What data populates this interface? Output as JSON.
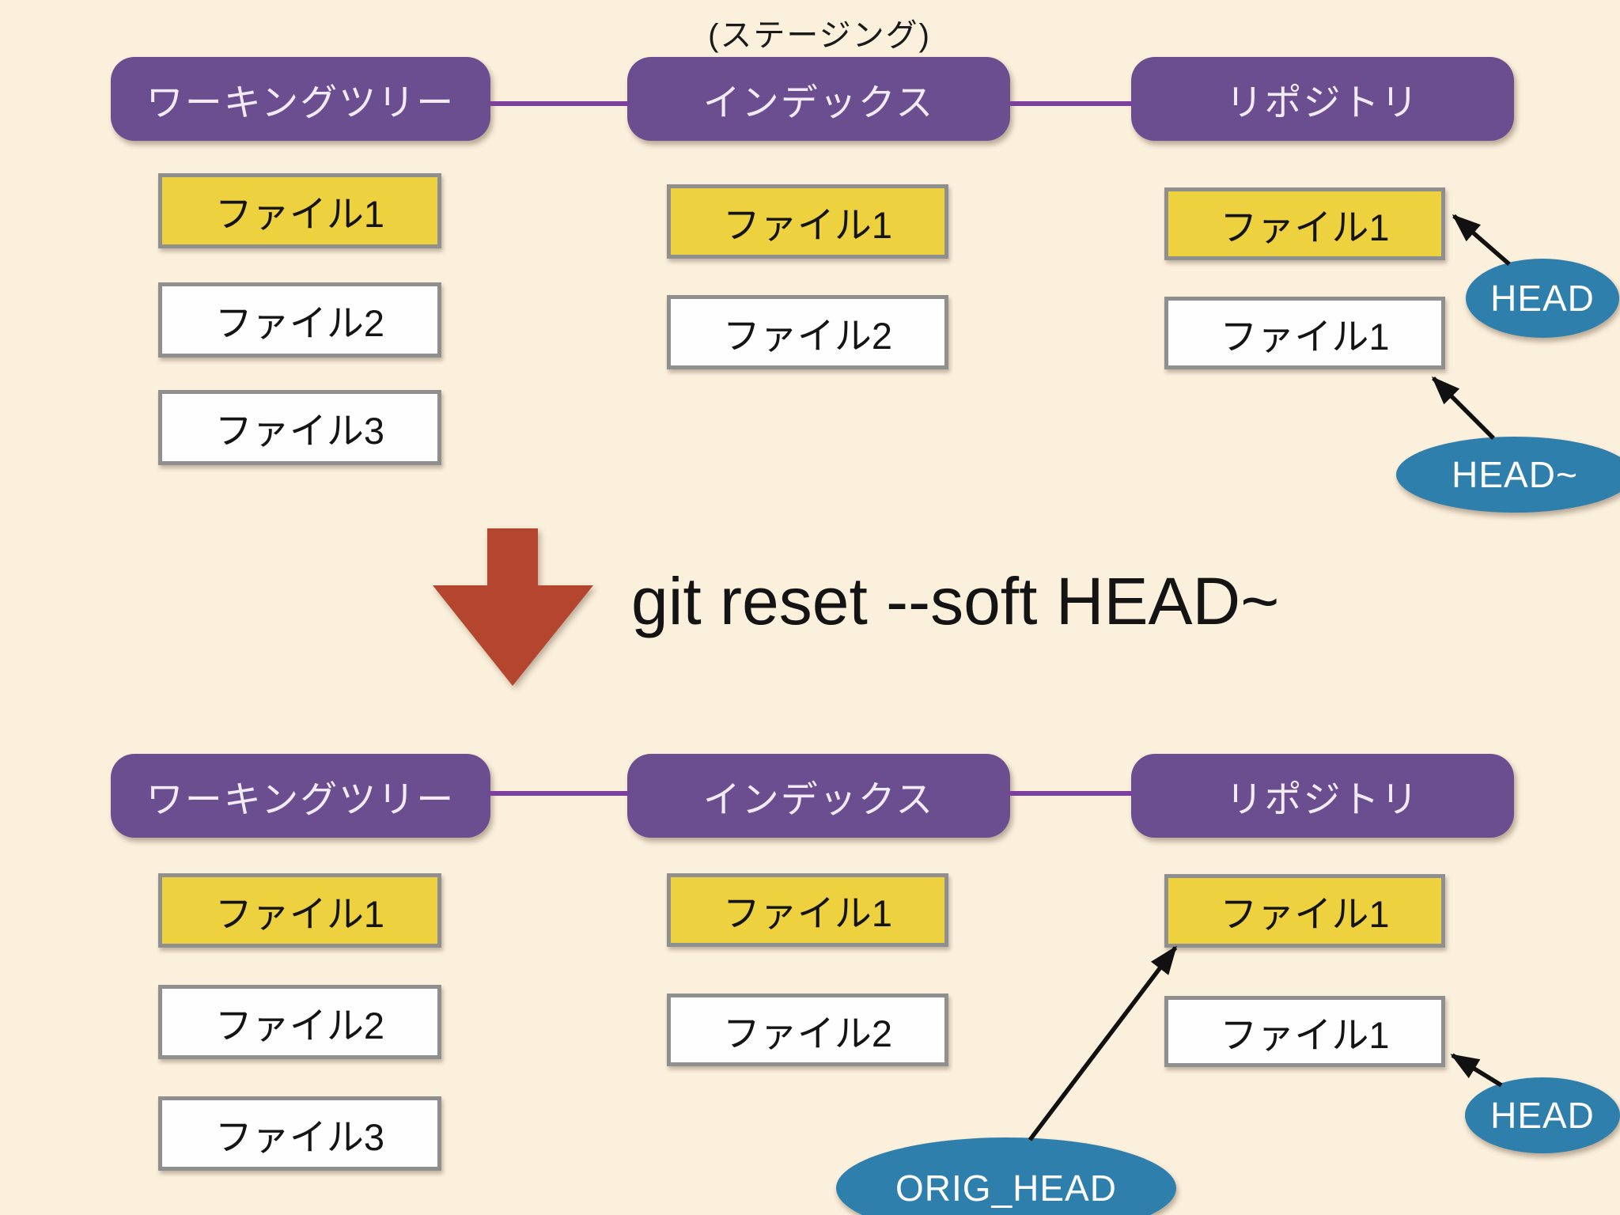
{
  "colors": {
    "background": "#FBF0DC",
    "header_purple": "#6A4E90",
    "connector_purple": "#7C3F9E",
    "file_yellow": "#EDD13E",
    "file_white": "#FEFEFE",
    "box_border_gray": "#8F8F8F",
    "ref_blue": "#2F7FAD",
    "arrow_red": "#B4442F",
    "arrow_black": "#111111",
    "text_dark": "#1A1A1A"
  },
  "top": {
    "staging_label": "(ステージング)",
    "columns": [
      {
        "header": "ワーキングツリー",
        "files": [
          {
            "label": "ファイル1",
            "highlight": true
          },
          {
            "label": "ファイル2",
            "highlight": false
          },
          {
            "label": "ファイル3",
            "highlight": false
          }
        ]
      },
      {
        "header": "インデックス",
        "files": [
          {
            "label": "ファイル1",
            "highlight": true
          },
          {
            "label": "ファイル2",
            "highlight": false
          }
        ]
      },
      {
        "header": "リポジトリ",
        "files": [
          {
            "label": "ファイル1",
            "highlight": true
          },
          {
            "label": "ファイル1",
            "highlight": false
          }
        ]
      }
    ],
    "refs": [
      {
        "label": "HEAD",
        "points_to": "repository ファイル1 (yellow)"
      },
      {
        "label": "HEAD~",
        "points_to": "repository ファイル1 (white)"
      }
    ]
  },
  "command": {
    "text": "git reset --soft HEAD~",
    "arrow_icon": "down-arrow"
  },
  "bottom": {
    "columns": [
      {
        "header": "ワーキングツリー",
        "files": [
          {
            "label": "ファイル1",
            "highlight": true
          },
          {
            "label": "ファイル2",
            "highlight": false
          },
          {
            "label": "ファイル3",
            "highlight": false
          }
        ]
      },
      {
        "header": "インデックス",
        "files": [
          {
            "label": "ファイル1",
            "highlight": true
          },
          {
            "label": "ファイル2",
            "highlight": false
          }
        ]
      },
      {
        "header": "リポジトリ",
        "files": [
          {
            "label": "ファイル1",
            "highlight": true
          },
          {
            "label": "ファイル1",
            "highlight": false
          }
        ]
      }
    ],
    "refs": [
      {
        "label": "ORIG_HEAD",
        "points_to": "repository ファイル1 (yellow)"
      },
      {
        "label": "HEAD",
        "points_to": "repository ファイル1 (white)"
      }
    ]
  }
}
